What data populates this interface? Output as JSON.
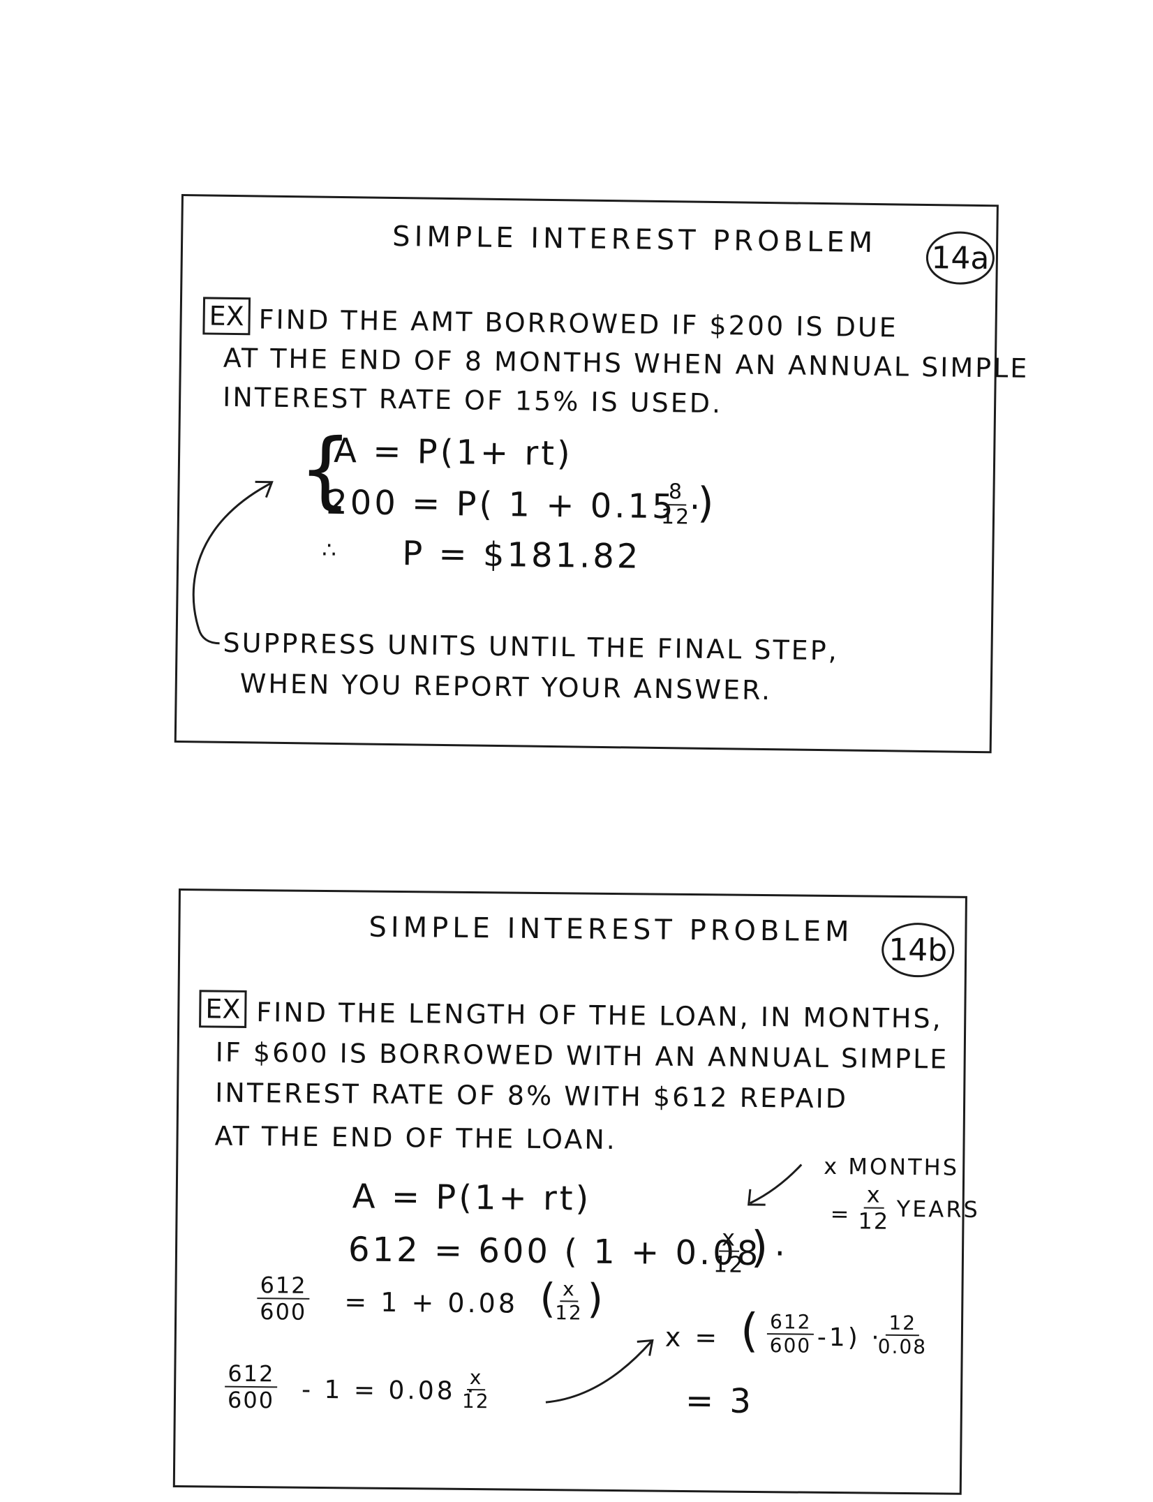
{
  "slide_a": {
    "title": "SIMPLE   INTEREST   PROBLEM",
    "number": "14a",
    "ex_label": "EX",
    "line1": "FIND  THE  AMT  BORROWED  IF  $200  IS  DUE",
    "line2": "AT  THE  END  OF  8  MONTHS  WHEN  AN  ANNUAL  SIMPLE",
    "line3": "INTEREST  RATE  OF  15%  IS  USED.",
    "eq1": "A =  P(1+ rt)",
    "eq2_left": "200 =  P( 1 +  0.15 ·",
    "eq2_num": "8",
    "eq2_den": "12",
    "eq2_close": ")",
    "therefore": "∴",
    "eq3": "P =  $181.82",
    "brace": "{",
    "note1": "SUPPRESS  UNITS  UNTIL  THE  FINAL  STEP,",
    "note2": "WHEN  YOU  REPORT  YOUR  ANSWER."
  },
  "slide_b": {
    "title": "SIMPLE   INTEREST   PROBLEM",
    "number": "14b",
    "ex_label": "EX",
    "line1": "FIND  THE  LENGTH  OF  THE  LOAN,  IN  MONTHS,",
    "line2": "IF  $600  IS  BORROWED  WITH  AN  ANNUAL  SIMPLE",
    "line3": "INTEREST  RATE  OF  8%  WITH  $612  REPAID",
    "line4": "AT  THE  END  OF  THE  LOAN.",
    "side_months": "x  MONTHS",
    "side_eq": "=",
    "side_num": "x",
    "side_den": "12",
    "side_years": "YEARS",
    "eq1": "A =  P(1+ rt)",
    "eq2_left": "612 =  600 ( 1 + 0.08 ·",
    "eq2_num": "x",
    "eq2_den": "12",
    "eq2_close": ")",
    "eq3_num": "612",
    "eq3_den": "600",
    "eq3_right": "=  1 +  0.08",
    "eq3_pnum": "x",
    "eq3_pden": "12",
    "eq4_num": "612",
    "eq4_den": "600",
    "eq4_right": "- 1 =  0.08 ·",
    "eq4_fnum": "x",
    "eq4_fden": "12",
    "sol_x": "x =",
    "sol_fnum": "612",
    "sol_fden": "600",
    "sol_minus": "-1)  ·",
    "sol_open": "(",
    "sol_num2": "12",
    "sol_den2": "0.08",
    "sol_result": "=  3"
  }
}
